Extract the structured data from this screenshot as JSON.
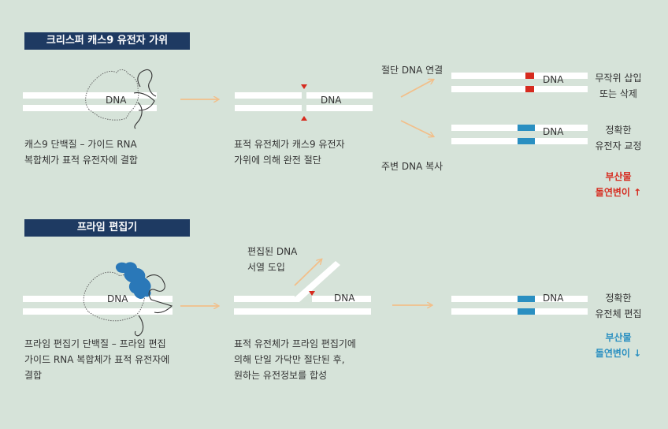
{
  "crispr": {
    "title": "크리스퍼 캐스9 유전자 가위",
    "step1_line1": "캐스9 단백질 – 가이드 RNA",
    "step1_line2": "복합체가 표적 유전자에 결합",
    "step2_line1": "표적 유전체가 캐스9 유전자",
    "step2_line2": "가위에 의해 완전 절단",
    "branch_top_label": "절단 DNA 연결",
    "branch_bottom_label": "주변 DNA 복사",
    "outcome_top_line1": "무작위 삽입",
    "outcome_top_line2": "또는 삭제",
    "outcome_bottom_line1": "정확한",
    "outcome_bottom_line2": "유전자 교정",
    "byproduct_line1": "부산물",
    "byproduct_line2": "돌연변이 ↑"
  },
  "prime": {
    "title": "프라임 편집기",
    "step1_line1": "프라임 편집기 단백질 – 프라임 편집",
    "step1_line2": "가이드 RNA 복합체가 표적 유전자에",
    "step1_line3": "결합",
    "insert_line1": "편집된 DNA",
    "insert_line2": "서열 도입",
    "step2_line1": "표적 유전체가 프라임 편집기에",
    "step2_line2": "의해 단일 가닥만 절단된 후,",
    "step2_line3": "원하는 유전정보를 합성",
    "outcome_line1": "정확한",
    "outcome_line2": "유전체 편집",
    "byproduct_line1": "부산물",
    "byproduct_line2": "돌연변이 ↓"
  },
  "dna_label": "DNA",
  "colors": {
    "header": "#1e3a62",
    "background": "#d6e3d9",
    "arrow": "#f2bf8a",
    "red_mark": "#d62b1f",
    "blue_mark": "#2a8fc1"
  }
}
